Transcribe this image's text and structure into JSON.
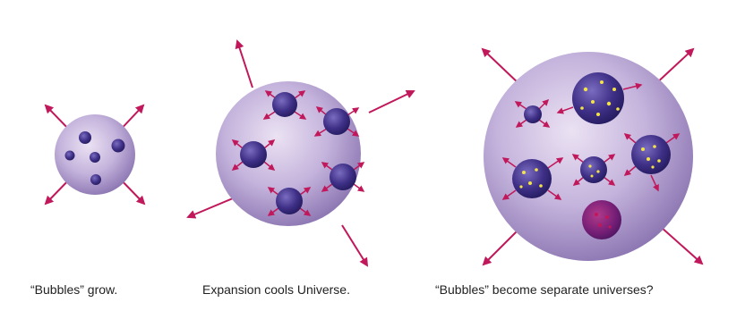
{
  "colors": {
    "sphere_light": "#ebe2f3",
    "sphere_dark": "#8c76b2",
    "bubble_light": "#7a6cc0",
    "bubble_dark": "#241b5e",
    "magenta_bubble_light": "#b23a8a",
    "magenta_bubble_dark": "#4a1460",
    "arrow": "#c0185a",
    "dot": "#f2e34a"
  },
  "captions": {
    "stage_1": "“Bubbles” grow.",
    "stage_2": "Expansion cools Universe.",
    "stage_3": "“Bubbles” become separate universes?"
  }
}
